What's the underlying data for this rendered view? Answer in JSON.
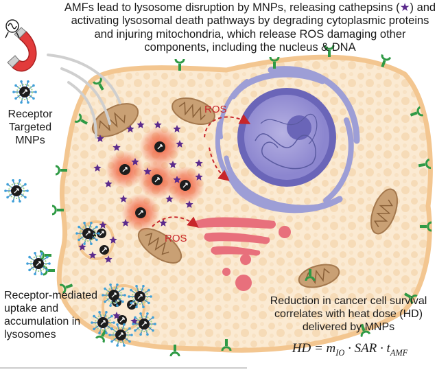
{
  "header": {
    "text_before_star": "AMFs lead to lysosome disruption by MNPs, releasing cathepsins (",
    "star_glyph": "★",
    "text_after_star": ") and activating lysosomal death pathways by degrading cytoplasmic proteins and injuring mitochondria, which release ROS damaging other components, including the nucleus & DNA"
  },
  "labels": {
    "targeted": "Receptor Targeted MNPs",
    "uptake": "Receptor-mediated uptake and accumulation in lysosomes",
    "hd": "Reduction in cancer cell survival correlates with heat dose (HD) delivered by MNPs",
    "ros_top": "ROS",
    "ros_bottom": "ROS"
  },
  "formula": "HD = m_IO · SAR · t_AMF",
  "icons": {
    "magnet": "horseshoe-magnet-icon",
    "alternating_current": "ac-wave-icon",
    "cathepsin": "purple-star-icon",
    "receptor": "receptor-icon",
    "mnp": "mnp-particle-icon"
  },
  "colors": {
    "cytoplasm": "#fbead2",
    "membrane": "#f3c690",
    "nucleus": "#6a65b8",
    "er": "#9d9ed6",
    "mito": "#c9a074",
    "golgi": "#e8707c",
    "cathepsin": "#5b2a8c",
    "receptor": "#2f9a45",
    "ros": "#c8262a",
    "lysosome_glow": "#ef5a3a"
  }
}
